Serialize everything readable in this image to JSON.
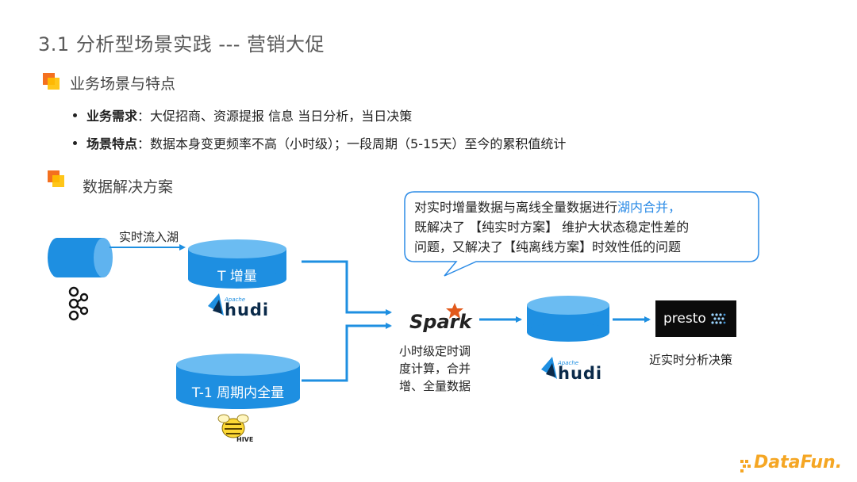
{
  "header": {
    "title": "3.1 分析型场景实践 --- 营销大促"
  },
  "section1": {
    "label": "业务场景与特点",
    "bullets": [
      {
        "key": "业务需求",
        "text": "：大促招商、资源提报 信息 当日分析，当日决策"
      },
      {
        "key": "场景特点",
        "text": "：数据本身变更频率不高（小时级）；一段周期（5-15天）至今的累积值统计"
      }
    ]
  },
  "section2": {
    "label": "数据解决方案"
  },
  "callout": {
    "line1_a": "对实时增量数据与离线全量数据进行",
    "line1_hl": "湖内合并，",
    "line2": "既解决了 【纯实时方案】 维护大状态稳定性差的",
    "line3": "问题，又解决了【纯离线方案】时效性低的问题"
  },
  "diagram": {
    "stream_label": "实时流入湖",
    "incr_label": "T 增量",
    "full_label": "T-1 周期内全量",
    "spark_label": "Spark",
    "spark_desc": [
      "小时级定时调",
      "度计算，合并",
      "增、全量数据"
    ],
    "hudi_text": "hudi",
    "hudi_apache": "Apache",
    "presto_text": "presto",
    "presto_desc": "近实时分析决策",
    "hive_text": "HIVE"
  },
  "footer": {
    "brand": "DataFun."
  },
  "colors": {
    "accent_blue": "#1e8fe1",
    "orange": "#f4701f",
    "yellow": "#ffc000",
    "highlight": "#2b8be6"
  }
}
